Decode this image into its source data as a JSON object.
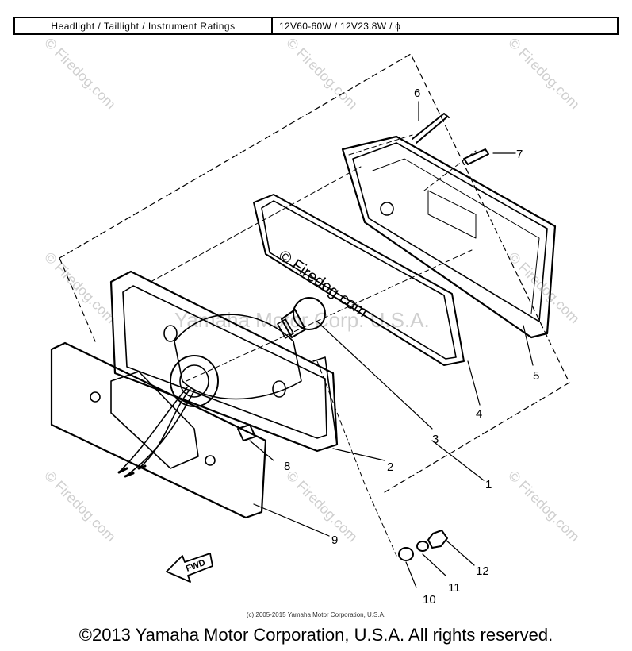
{
  "ratings": {
    "label": "Headlight / Taillight / Instrument Ratings",
    "value": "12V60-60W / 12V23.8W / ϕ"
  },
  "watermarks": {
    "site": "© Firedog.com",
    "center": "Yamaha Motor Corp. U.S.A."
  },
  "callouts": [
    "1",
    "2",
    "3",
    "4",
    "5",
    "6",
    "7",
    "8",
    "9",
    "10",
    "11",
    "12"
  ],
  "fwd_label": "FWD",
  "footer": {
    "small": "(c) 2005-2015 Yamaha Motor Corporation, U.S.A.",
    "main": "©2013 Yamaha Motor Corporation, U.S.A. All rights reserved."
  }
}
